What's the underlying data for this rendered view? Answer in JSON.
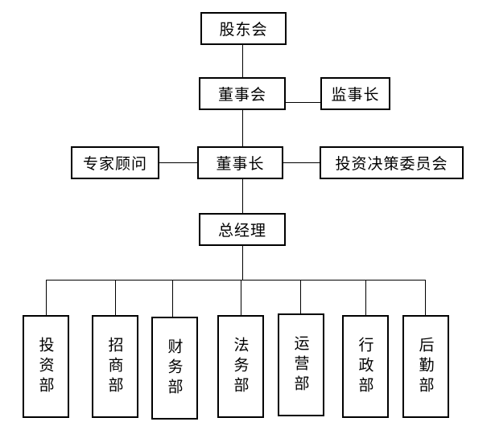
{
  "diagram": {
    "top_nodes": {
      "shareholders": "股东会",
      "board": "董事会",
      "supervisor": "监事长",
      "expert": "专家顾问",
      "chairman": "董事长",
      "committee": "投资决策委员会",
      "general_manager": "总经理"
    },
    "departments": [
      "投资部",
      "招商部",
      "财务部",
      "法务部",
      "运营部",
      "行政部",
      "后勤部"
    ]
  }
}
